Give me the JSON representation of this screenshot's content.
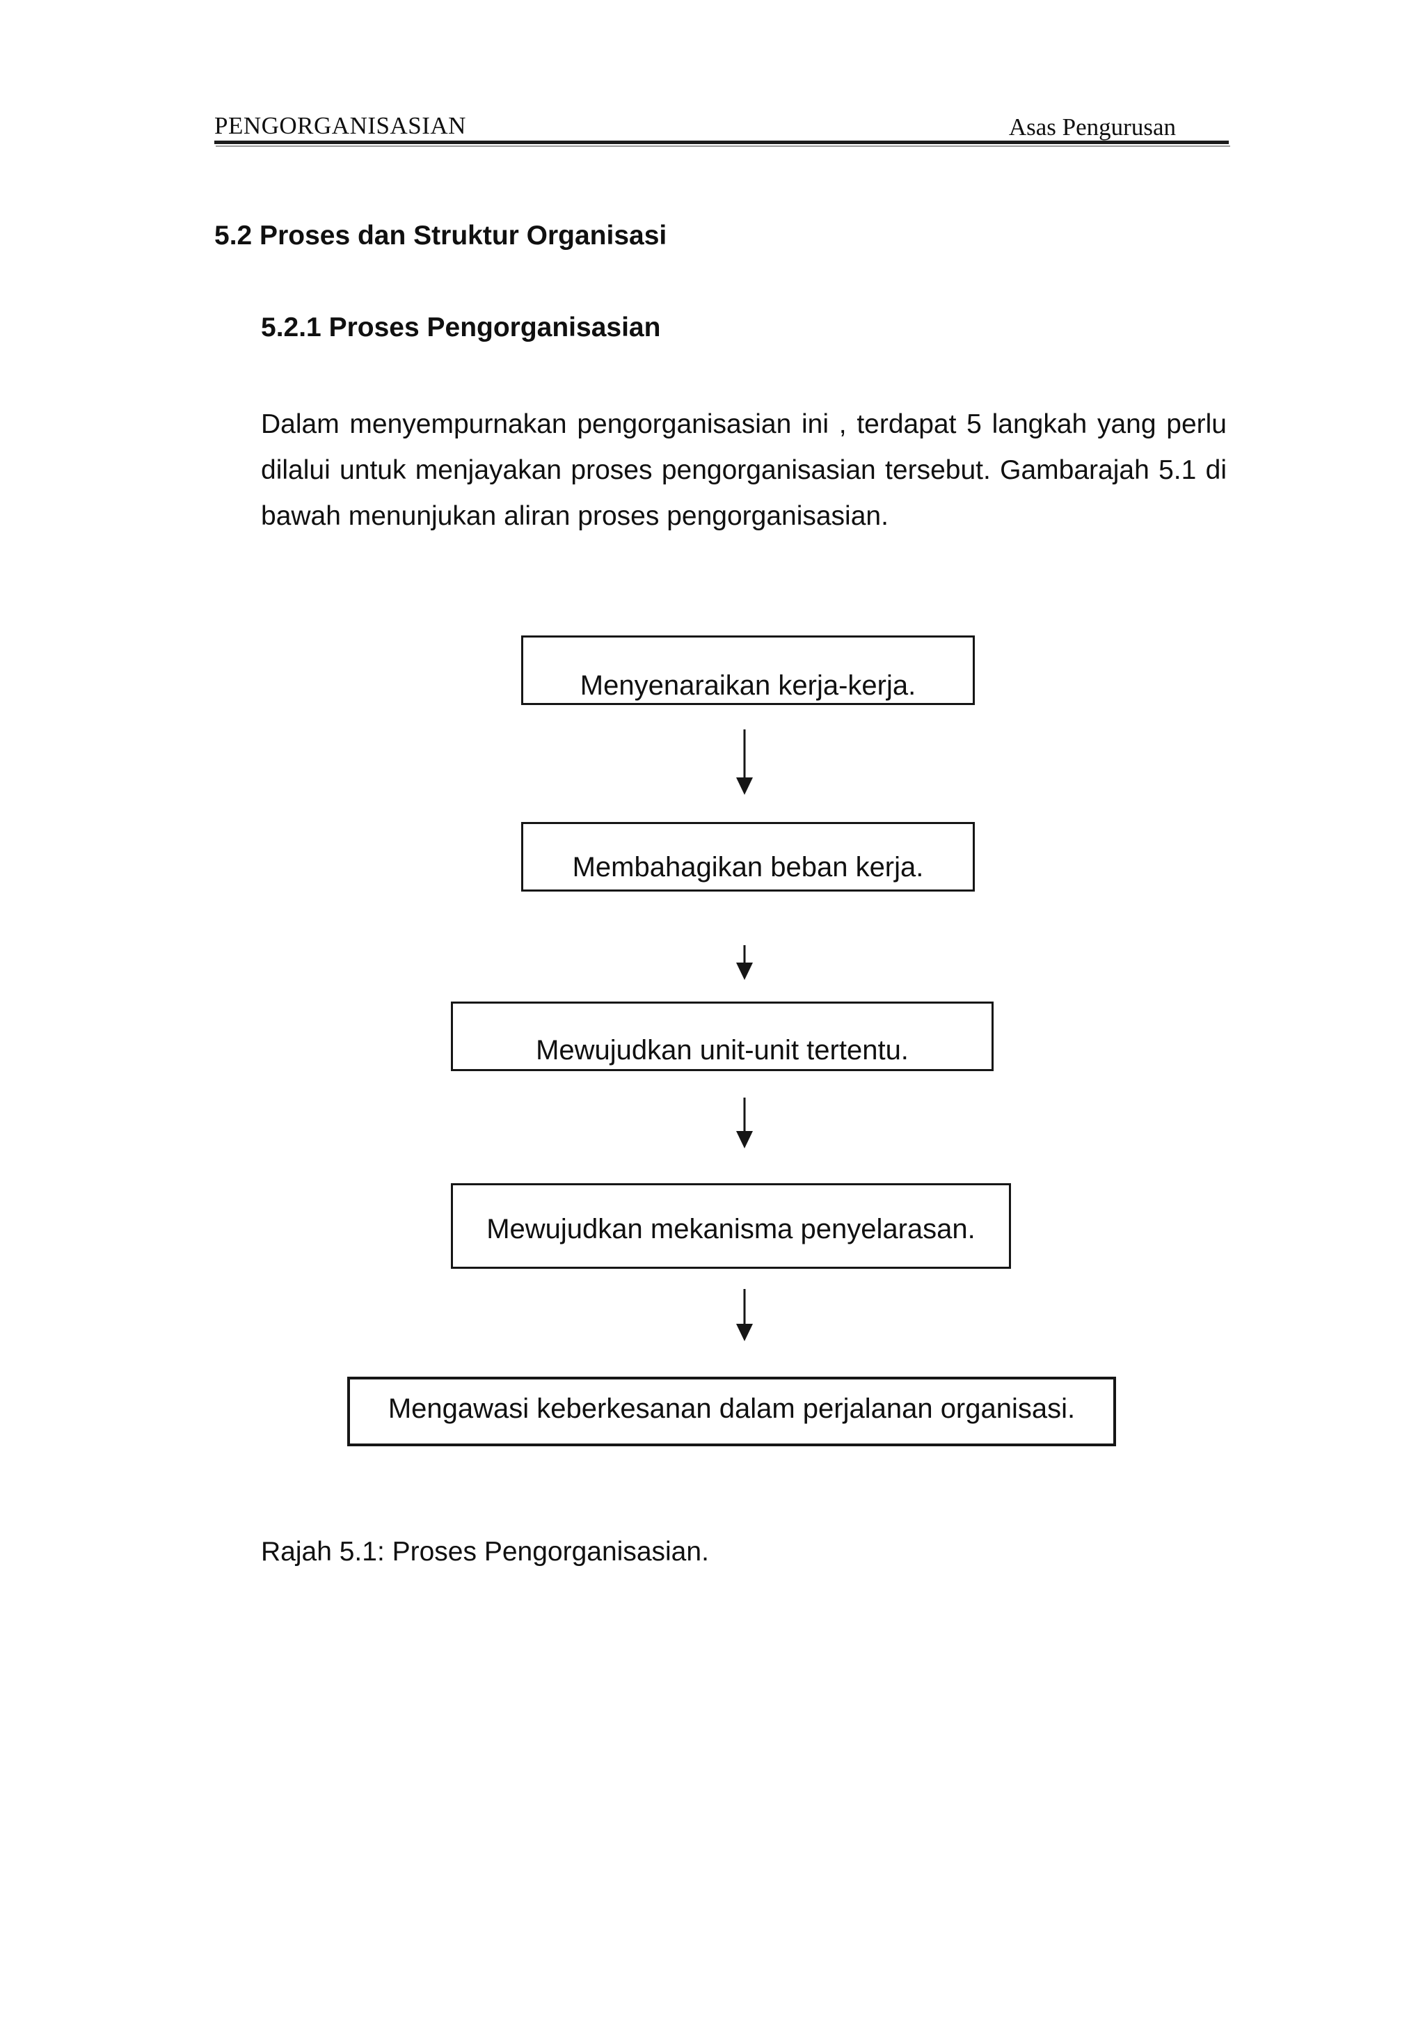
{
  "header": {
    "left": "PENGORGANISASIAN",
    "right": "Asas Pengurusan"
  },
  "section_heading": "5.2 Proses dan Struktur Organisasi",
  "subsection_heading": "5.2.1 Proses Pengorganisasian",
  "paragraph_lines": [
    "Dalam menyempurnakan pengorganisasian ini , terdapat 5 langkah yang perlu",
    "dilalui untuk menjayakan proses pengorganisasian tersebut. Gambarajah 5.1 di",
    "bawah menunjukan aliran proses pengorganisasian."
  ],
  "flowchart": {
    "steps": [
      "Menyenaraikan kerja-kerja.",
      "Membahagikan beban kerja.",
      "Mewujudkan unit-unit tertentu.",
      "Mewujudkan mekanisma penyelarasan.",
      "Mengawasi keberkesanan dalam perjalanan organisasi."
    ]
  },
  "figure_caption": "Rajah 5.1: Proses Pengorganisasian.",
  "colors": {
    "ink": "#101010",
    "border": "#161616",
    "rule": "#1c1c1c",
    "rule_shadow": "#9a9a9a",
    "background": "#ffffff"
  }
}
